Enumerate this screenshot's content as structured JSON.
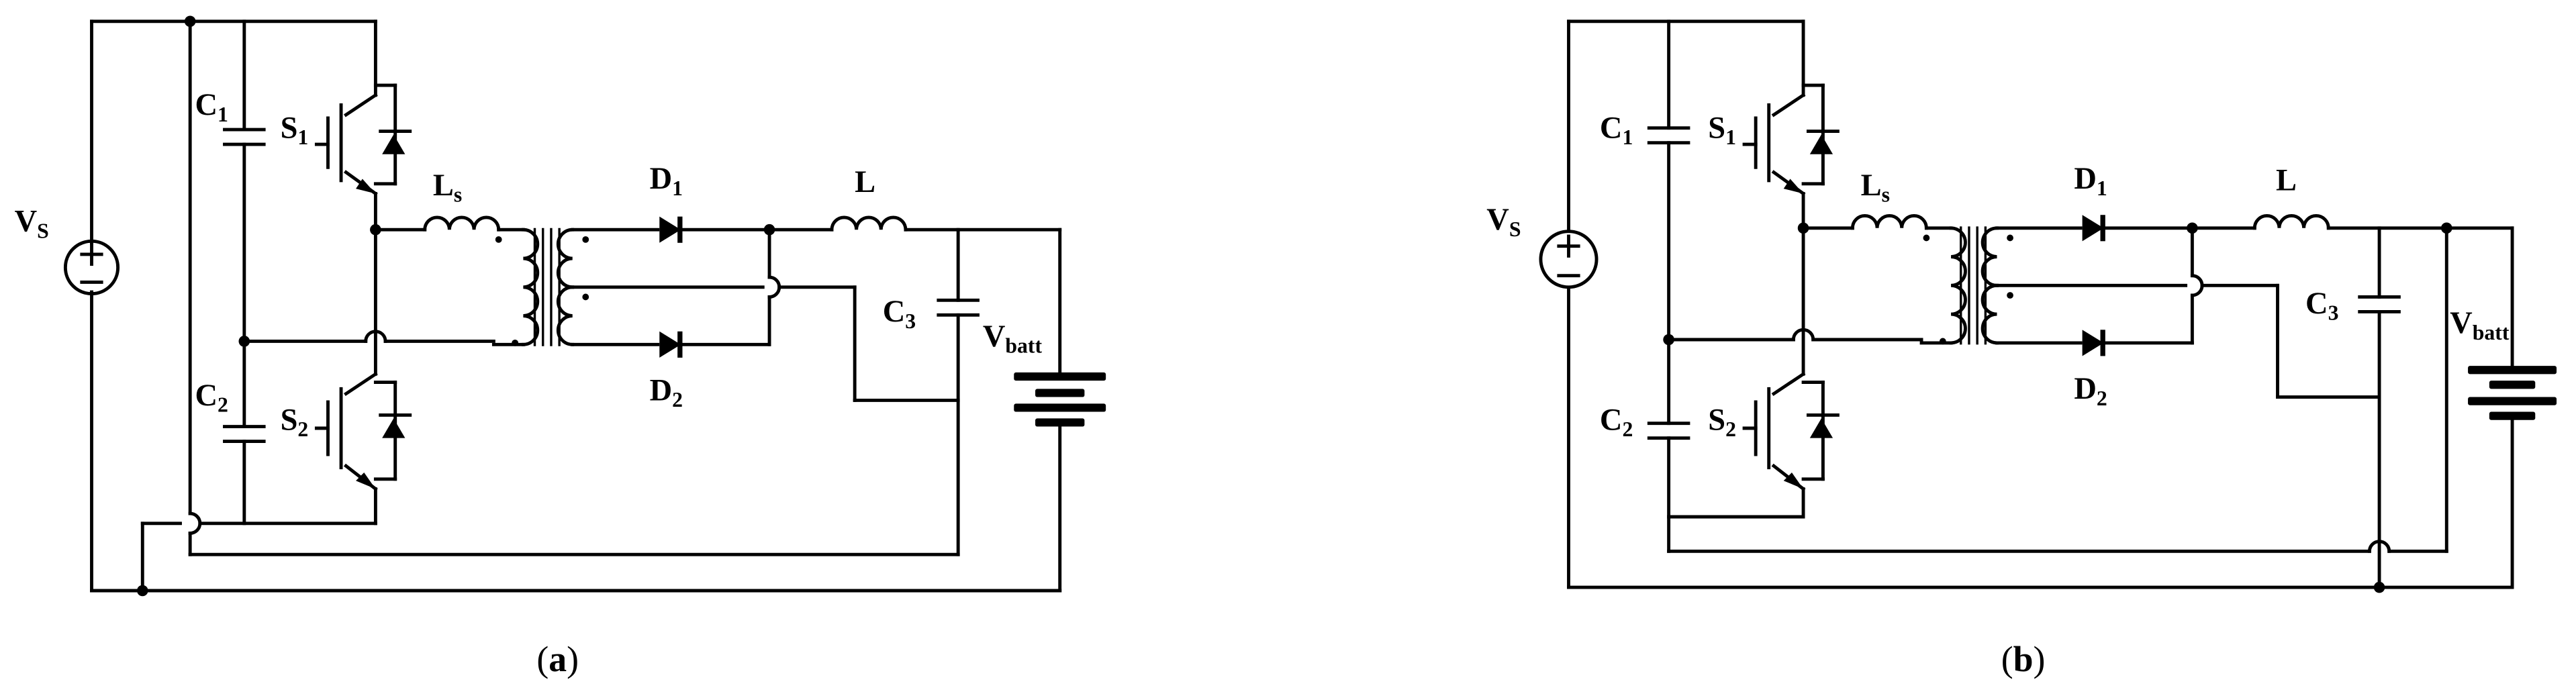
{
  "figure": {
    "panels": [
      {
        "id": "a",
        "caption": {
          "open": "(",
          "letter": "a",
          "close": ")"
        },
        "components": [
          {
            "kind": "source",
            "base": "V",
            "sub": "S"
          },
          {
            "kind": "capacitor",
            "base": "C",
            "sub": "1"
          },
          {
            "kind": "capacitor",
            "base": "C",
            "sub": "2"
          },
          {
            "kind": "capacitor",
            "base": "C",
            "sub": "3"
          },
          {
            "kind": "igbt",
            "base": "S",
            "sub": "1"
          },
          {
            "kind": "igbt",
            "base": "S",
            "sub": "2"
          },
          {
            "kind": "inductor",
            "base": "L",
            "sub": "s"
          },
          {
            "kind": "diode",
            "base": "D",
            "sub": "1"
          },
          {
            "kind": "diode",
            "base": "D",
            "sub": "2"
          },
          {
            "kind": "inductor",
            "base": "L",
            "sub": ""
          },
          {
            "kind": "battery",
            "base": "V",
            "sub": "batt"
          }
        ]
      },
      {
        "id": "b",
        "caption": {
          "open": "(",
          "letter": "b",
          "close": ")"
        },
        "components": [
          {
            "kind": "source",
            "base": "V",
            "sub": "S"
          },
          {
            "kind": "capacitor",
            "base": "C",
            "sub": "1"
          },
          {
            "kind": "capacitor",
            "base": "C",
            "sub": "2"
          },
          {
            "kind": "capacitor",
            "base": "C",
            "sub": "3"
          },
          {
            "kind": "igbt",
            "base": "S",
            "sub": "1"
          },
          {
            "kind": "igbt",
            "base": "S",
            "sub": "2"
          },
          {
            "kind": "inductor",
            "base": "L",
            "sub": "s"
          },
          {
            "kind": "diode",
            "base": "D",
            "sub": "1"
          },
          {
            "kind": "diode",
            "base": "D",
            "sub": "2"
          },
          {
            "kind": "inductor",
            "base": "L",
            "sub": ""
          },
          {
            "kind": "battery",
            "base": "V",
            "sub": "batt"
          }
        ]
      }
    ],
    "source_signs": {
      "plus": "+",
      "minus": "−"
    },
    "colors": {
      "stroke": "#000000",
      "background": "#ffffff"
    }
  }
}
